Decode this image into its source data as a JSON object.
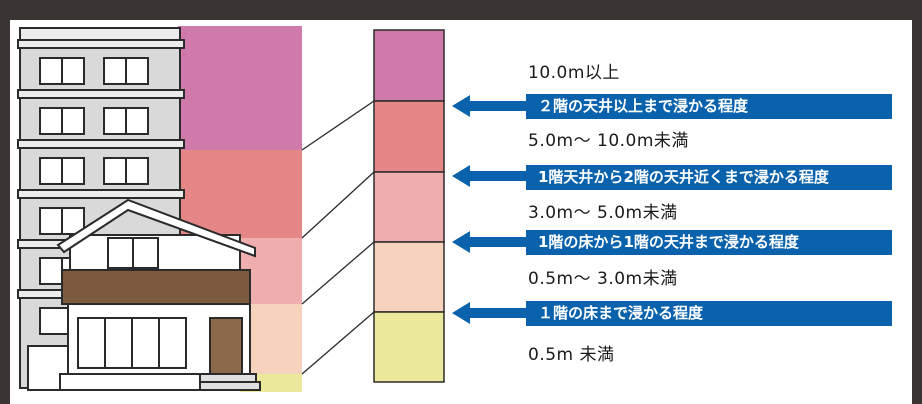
{
  "colors": {
    "level_10plus": "#cf7aab",
    "level_5to10": "#e58787",
    "level_3to5": "#efadad",
    "level_05to3": "#f7d2bd",
    "level_under05": "#ece99d",
    "banner": "#0a62ac",
    "arrow": "#0a62ac"
  },
  "levels": [
    {
      "range": "10.0m以上"
    },
    {
      "range": "5.0m～ 10.0m未満",
      "description": "２階の天井以上まで浸かる程度"
    },
    {
      "range": "3.0m～ 5.0m未満",
      "description": "1階天井から2階の天井近くまで浸かる程度"
    },
    {
      "range": "0.5m～ 3.0m未満",
      "description": "1階の床から1階の天井まで浸かる程度"
    },
    {
      "range": "0.5m 未満",
      "description": "１階の床まで浸かる程度"
    }
  ]
}
